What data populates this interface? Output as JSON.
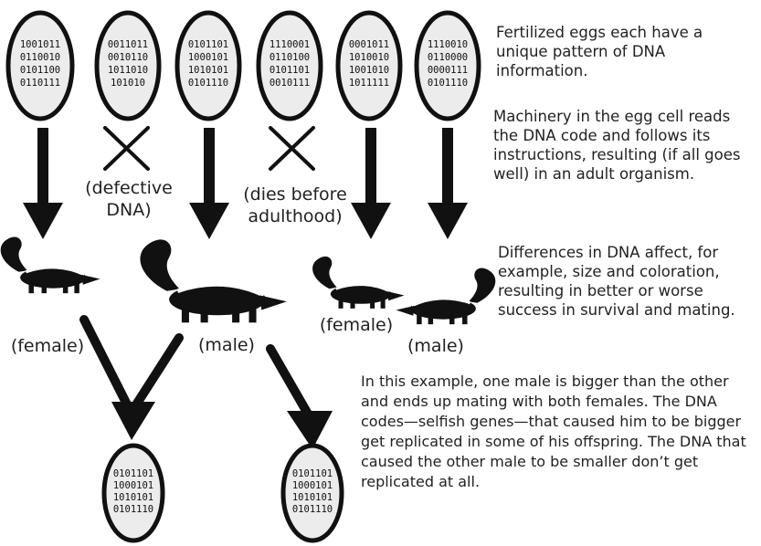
{
  "eggs": {
    "top": [
      [
        "1001011",
        "0110010",
        "0101100",
        "0110111"
      ],
      [
        "0011011",
        "0010110",
        "1011010",
        "101010"
      ],
      [
        "0101101",
        "1000101",
        "1010101",
        "0101110"
      ],
      [
        "1110001",
        "0110100",
        "0101101",
        "0010111"
      ],
      [
        "0001011",
        "1010010",
        "1001010",
        "1011111"
      ],
      [
        "1110010",
        "0110000",
        "0000111",
        "0101110"
      ]
    ],
    "bottom": [
      [
        "0101101",
        "1000101",
        "1010101",
        "0101110"
      ],
      [
        "0101101",
        "1000101",
        "1010101",
        "0101110"
      ]
    ]
  },
  "labels": {
    "defective": [
      "(defective",
      "DNA)"
    ],
    "dies": [
      "(dies before",
      "adulthood)"
    ],
    "female": "(female)",
    "male": "(male)"
  },
  "notes": {
    "n1": "Fertilized eggs each have a unique pattern of DNA information.",
    "n2": "Machinery in the egg cell reads the DNA code and follows its instructions, resulting (if all goes well) in an adult organism.",
    "n3": "Differences in DNA affect, for example, size and coloration, resulting in better or worse success in survival and mating.",
    "n4": "In this example, one male is bigger than the other and ends up mating with both females. The DNA codes—selfish genes—that caused him to be bigger get replicated in some of his offspring. The DNA that caused the other male to be smaller don’t get replicated at all."
  },
  "colors": {
    "ink": "#111111",
    "egg_fill": "#ececec",
    "skunk_stripe": "#ffffff"
  }
}
